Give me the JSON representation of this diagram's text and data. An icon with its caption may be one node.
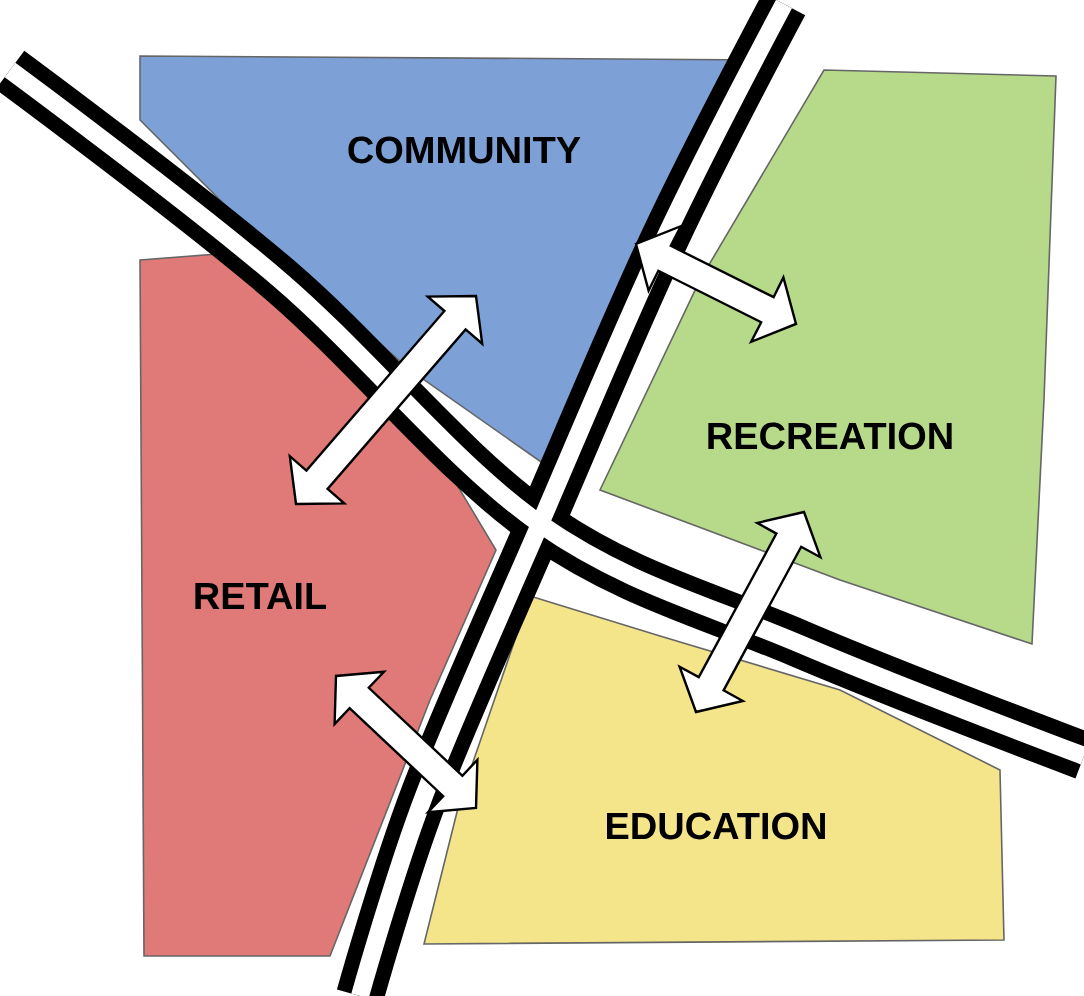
{
  "diagram": {
    "nodes": [
      {
        "text": [
          "COMMUNITY"
        ]
      },
      {
        "text": [
          "RECREATION"
        ]
      },
      {
        "text": [
          "RETAIL"
        ]
      },
      {
        "text": [
          "EDUCATION"
        ]
      }
    ],
    "edges": [
      {
        "from": 0,
        "to": 2,
        "arrow": "both"
      },
      {
        "from": 0,
        "to": 1,
        "arrow": "both"
      },
      {
        "from": 1,
        "to": 3,
        "arrow": "both"
      },
      {
        "from": 2,
        "to": 3,
        "arrow": "both"
      }
    ]
  }
}
